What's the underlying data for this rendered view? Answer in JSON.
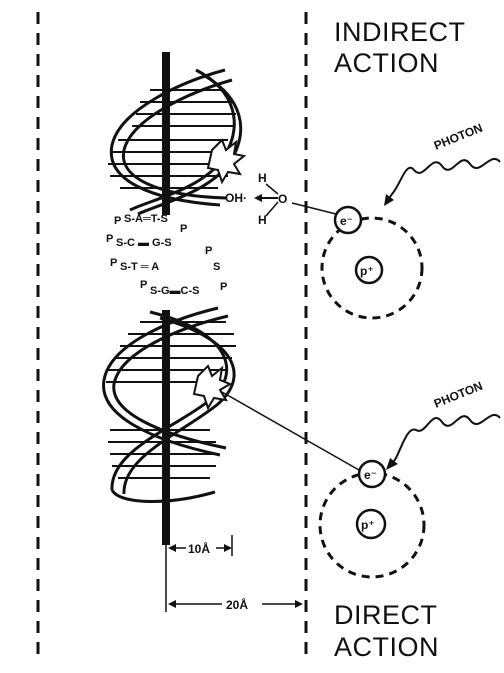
{
  "labels": {
    "indirect_line1": "INDIRECT",
    "indirect_line2": "ACTION",
    "direct_line1": "DIRECT",
    "direct_line2": "ACTION",
    "photon_top": "PHOTON",
    "photon_bottom": "PHOTON",
    "oh_radical": "OH·",
    "water_h1": "H",
    "water_o": "O",
    "water_h2": "H",
    "electron_top": "e⁻",
    "proton_top": "p⁺",
    "electron_bottom": "e⁻",
    "proton_bottom": "p⁺",
    "dim_10": "10Å",
    "dim_20": "20Å"
  },
  "sequence": {
    "row1": "S-A═T-S",
    "row2": "S-C ▬ G-S",
    "row3": "S-T ═ A",
    "row4": "S-G▬C-S",
    "p_marks": [
      "P",
      "P",
      "P",
      "P",
      "P",
      "P",
      "P"
    ]
  }
}
